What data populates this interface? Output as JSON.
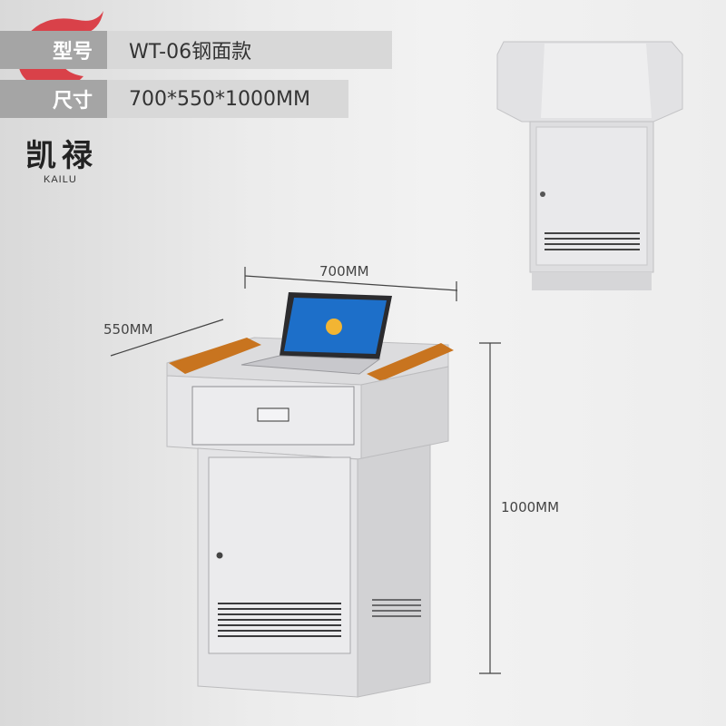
{
  "specs": [
    {
      "label": "型号",
      "value": "WT-06钢面款"
    },
    {
      "label": "尺寸",
      "value": "700*550*1000MM"
    }
  ],
  "brand": {
    "name_cn": "凯禄",
    "name_en": "KAILU",
    "logo_color": "#d8262f"
  },
  "dimensions": {
    "width": "700MM",
    "depth": "550MM",
    "height": "1000MM"
  },
  "colors": {
    "cabinet": "#e6e6e8",
    "wood": "#c8741f",
    "spec_bar": "#d8d8d8",
    "label_box": "#a5a5a5"
  }
}
